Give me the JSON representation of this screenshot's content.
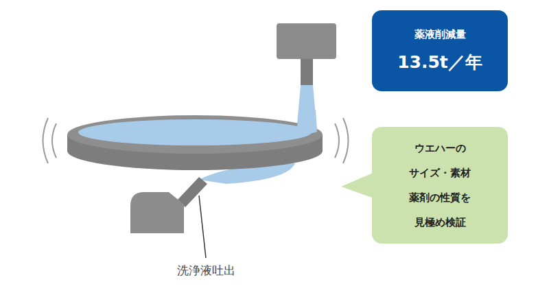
{
  "diagram": {
    "nodes": [
      {
        "text": [
          "薬液削減量",
          "13.5t／年"
        ]
      },
      {
        "text": [
          "ウエハーの サイズ・素材 薬剤の性質を 見極め検証"
        ]
      }
    ],
    "labels": [
      "洗浄液吐出"
    ]
  }
}
